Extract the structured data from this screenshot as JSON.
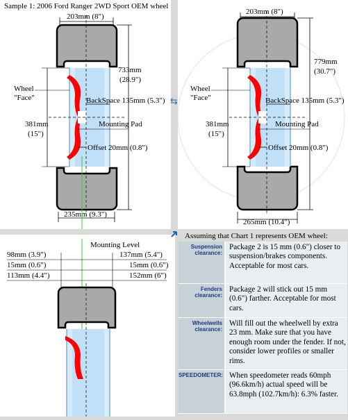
{
  "diagram": {
    "title": "Sample 1: 2006 Ford Ranger 2WD Sport OEM wheel",
    "wheel1": {
      "width_top": "203mm (8\")",
      "diameter_mm": "733mm",
      "diameter_in": "(28.9\")",
      "wheel_label_1": "Wheel",
      "wheel_label_2": "\"Face\"",
      "backspace": "BackSpace 135mm (5.3\")",
      "rim_mm": "381mm",
      "rim_in": "(15\")",
      "mounting_pad": "Mounting Pad",
      "offset": "Offset 20mm (0.8\")",
      "width_bottom": "235mm (9.3\")"
    },
    "wheel2": {
      "width_top": "203mm (8\")",
      "diameter_mm": "779mm",
      "diameter_in": "(30.7\")",
      "wheel_label_1": "Wheel",
      "wheel_label_2": "\"Face\"",
      "backspace": "BackSpace 135mm (5.3\")",
      "rim_mm": "381mm",
      "rim_in": "(15\")",
      "mounting_pad": "Mounting Pad",
      "offset": "Offset 20mm (0.8\")",
      "width_bottom": "265mm (10.4\")"
    },
    "comparison": {
      "mounting_level": "Mounting Level",
      "left_1": "98mm (3.9\")",
      "left_2": "15mm (0.6\")",
      "left_3": "113mm (4.4\")",
      "right_1": "137mm (5.4\")",
      "right_2": "15mm (0.6\")",
      "right_3": "152mm (6\")"
    }
  },
  "notes": {
    "heading": "Assuming that Chart 1 represents OEM wheel:",
    "rows": [
      {
        "label_1": "Suspension",
        "label_2": "clearance:",
        "text": "Package 2 is 15 mm (0.6\") closer to suspension/brakes components. Acceptable for most cars."
      },
      {
        "label_1": "Fenders",
        "label_2": "clearance:",
        "text": "Package 2 will stick out 15 mm (0.6\") farther. Acceptable for most cars."
      },
      {
        "label_1": "Wheelwells",
        "label_2": "clearance:",
        "text": "Will fill out the wheelwell by extra 23 mm. Make sure that you have enough room under the fender. If not, consider lower profiles or smaller rims."
      },
      {
        "label_1": "SPEEDOMETER:",
        "label_2": "",
        "text": "When speedometer reads 60mph (96.6km/h) actual speed will be 63.8mph (102.7km/h): 6.3% faster."
      }
    ]
  },
  "colors": {
    "tire": "#a9a9a9",
    "rim": "#d6ecfb",
    "spoke": "#ff0000",
    "label_text": "#1c3b85",
    "label_bg": "#c6d1d8",
    "text_bg": "#e8eef2"
  },
  "icons": [
    "swap-arrows-icon",
    "corner-arrow-icon"
  ]
}
